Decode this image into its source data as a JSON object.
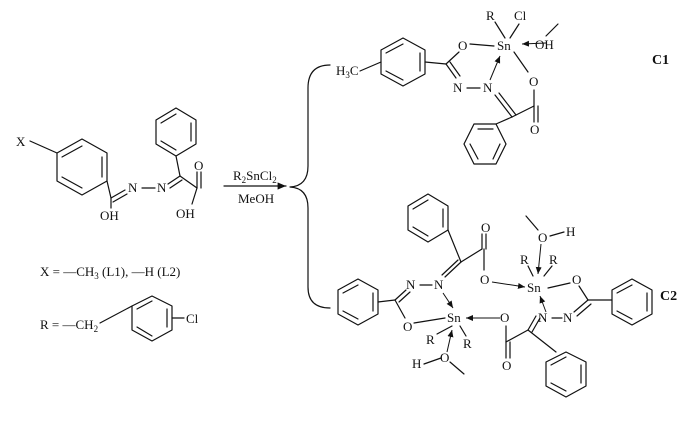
{
  "reactant": {
    "substituent": "X",
    "oh_left": "OH",
    "oh_right": "OH",
    "n1": "N",
    "n2": "N",
    "carbonyl_o": "O"
  },
  "conditions": {
    "reagent_main": "R",
    "reagent_sub": "2",
    "reagent_tail": "SnCl",
    "reagent_sub2": "2",
    "solvent": "MeOH"
  },
  "definitions": {
    "x_line_a": "X = —CH",
    "x_sub": "3",
    "x_line_b": " (L1), —H (L2)",
    "r_prefix": "R = —CH",
    "r_sub": "2",
    "r_suffix": "Cl"
  },
  "c1": {
    "label": "C1",
    "methyl_a": "H",
    "methyl_sub": "3",
    "methyl_b": "C",
    "sn": "Sn",
    "r": "R",
    "cl": "Cl",
    "oh": "OH",
    "o1": "O",
    "o2": "O",
    "o3": "O",
    "n1": "N",
    "n2": "N"
  },
  "c2": {
    "label": "C2",
    "sn": "Sn",
    "r": "R",
    "o": "O",
    "n": "N",
    "h": "H"
  }
}
